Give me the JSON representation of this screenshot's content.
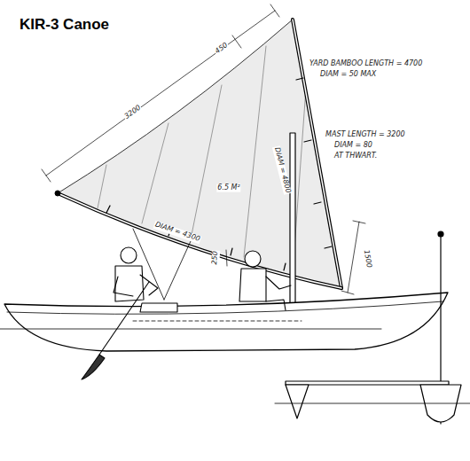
{
  "diagram": {
    "title": "KIR-3 Canoe",
    "labels": [
      "YARD BAMBOO LENGTH = 4700",
      "DIAM = 50 MAX",
      "3200",
      "450",
      "MAST LENGTH = 3200",
      "DIAM = 80",
      "AT THWART.",
      "DIAM = 4800",
      "6.5 M²",
      "1500",
      "DIAM = 4300",
      "250"
    ]
  }
}
